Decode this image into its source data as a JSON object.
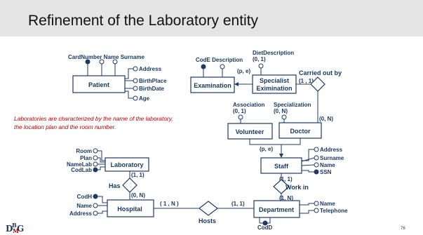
{
  "title": "Refinement of the Laboratory entity",
  "page_number": "76",
  "logo": {
    "d": "D",
    "b": "B",
    "m": "M",
    "g": "G"
  },
  "note": [
    "Laboratories are characterized by the name of the laboratory,",
    "the location plan and the room number."
  ],
  "entities": {
    "patient": "Patient",
    "examination": "Examination",
    "specialist_examination": [
      "Specialist",
      "Eximination"
    ],
    "volunteer": "Volunteer",
    "doctor": "Doctor",
    "staff": "Staff",
    "laboratory": "Laboratory",
    "hospital": "Hospital",
    "department": "Department"
  },
  "relationships": {
    "carried_out_by": "Carried out by",
    "has": "Has",
    "work_in": "Work in",
    "hosts": "Hosts"
  },
  "attributes": {
    "patient_top": "CardNumber Name Surname",
    "patient_side": [
      "Address",
      "BirthPlace",
      "BirthDate",
      "Age"
    ],
    "examination_top": "CodE Description",
    "diet_description": [
      "DietDescription",
      "(0, 1)"
    ],
    "association": [
      "Association",
      "(0, 1)"
    ],
    "specialization": [
      "Specialization",
      "(0, N)"
    ],
    "staff_side": [
      "Address",
      "Surname",
      "Name",
      "SSN"
    ],
    "laboratory_side": [
      "Room",
      "Plan",
      "NameLab",
      "CodLab"
    ],
    "hospital_side": [
      "CodH",
      "Name",
      "Address"
    ],
    "department_side": [
      "Name",
      "Telephone"
    ],
    "department_bottom": "CodD"
  },
  "cardinalities": {
    "generalization_exam": "(p, e)",
    "spec_carried": "(1 , 1)",
    "doctor_carried": "(0, N)",
    "generalization_staff": "(p, e)",
    "staff_work": "(1, 1)",
    "dept_work": "(1, N)",
    "lab_has": "(1, 1)",
    "hosp_has": "(0, N)",
    "hosp_hosts": "( 1 , N )",
    "dept_hosts": "(1, 1)"
  }
}
